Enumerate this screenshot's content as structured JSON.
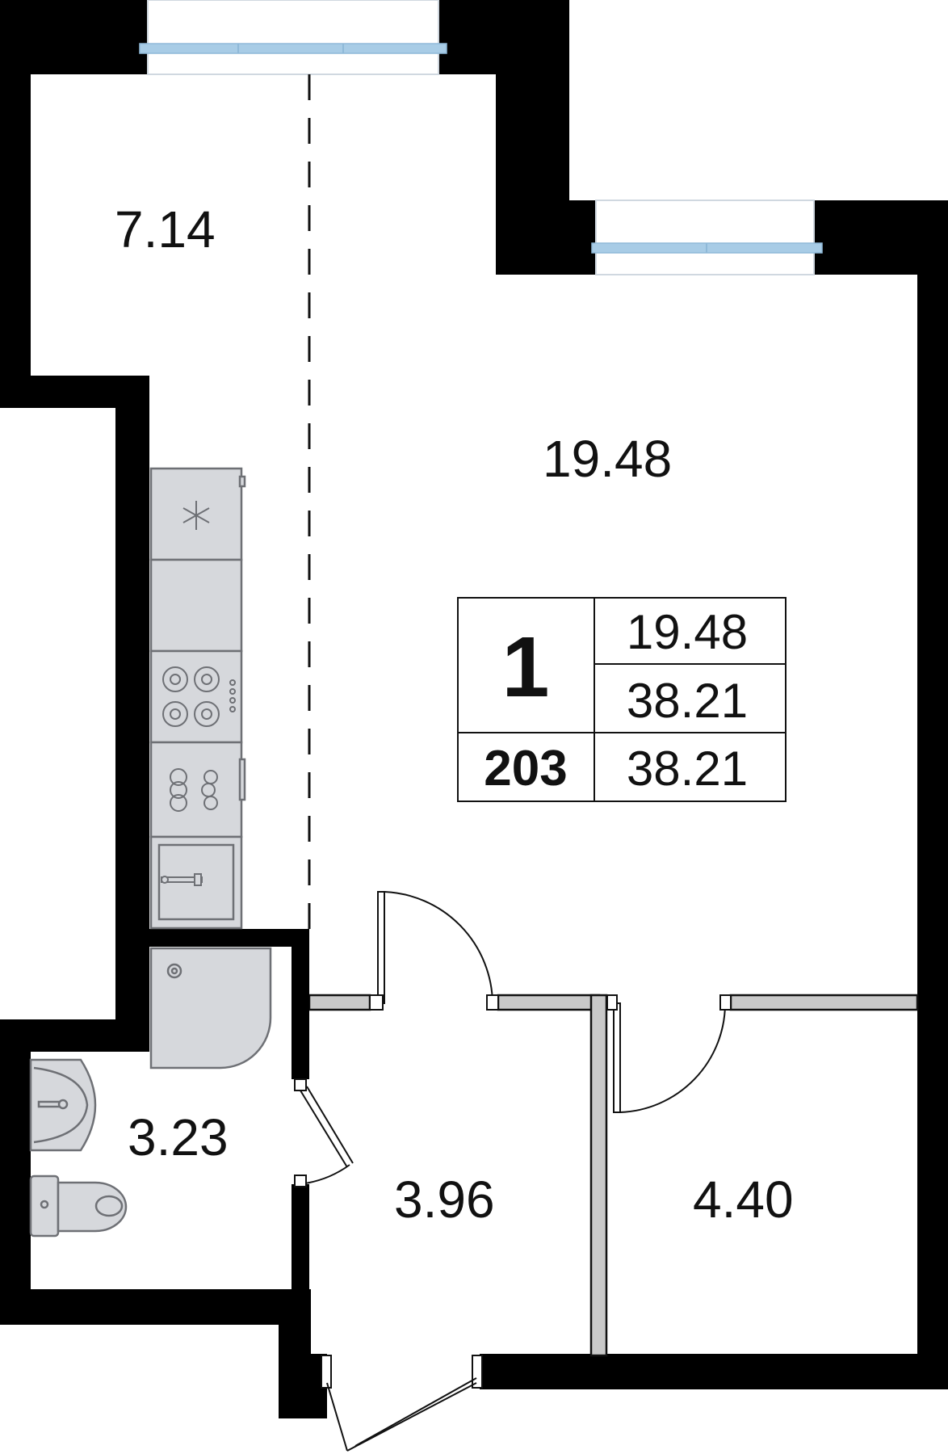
{
  "rooms": {
    "balcony": "7.14",
    "living": "19.48",
    "bathroom": "3.23",
    "hallway": "3.96",
    "storage": "4.40"
  },
  "info": {
    "rooms_count": "1",
    "living_area": "19.48",
    "total_area": "38.21",
    "apartment_number": "203",
    "total_area_2": "38.21"
  },
  "colors": {
    "wall": "#000000",
    "partition_fill": "#c9c9c9",
    "window_glass": "#a8cce6",
    "fixture_fill": "#d6d8dc",
    "fixture_stroke": "#6e7075"
  }
}
